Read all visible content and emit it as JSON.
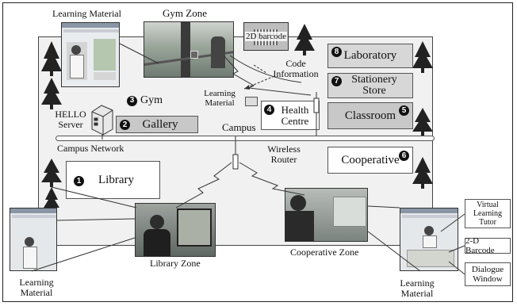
{
  "zones": {
    "gym": "Gym Zone",
    "library": "Library Zone",
    "cooperative": "Cooperative Zone",
    "campus": "Campus"
  },
  "buildings": [
    {
      "num": "1",
      "name": "Library"
    },
    {
      "num": "2",
      "name": "Gallery"
    },
    {
      "num": "3",
      "name": "Gym"
    },
    {
      "num": "4",
      "name": "Health Centre"
    },
    {
      "num": "5",
      "name": "Classroom"
    },
    {
      "num": "6",
      "name": "Cooperative"
    },
    {
      "num": "7",
      "name": "Stationery Store"
    },
    {
      "num": "8",
      "name": "Laboratory"
    }
  ],
  "labels": {
    "learning_material_top": "Learning Material",
    "learning_material_mid": "Learning Material",
    "learning_material_left": "Learning Material",
    "learning_material_right": "Learning Material",
    "barcode_sign": "2D barcode",
    "code_information": "Code Information",
    "hello_server": "HELLO Server",
    "campus_network": "Campus Network",
    "wireless_router": "Wireless Router",
    "virtual_tutor": "Virtual Learning Tutor",
    "barcode_2d": "2-D Barcode",
    "dialogue_window": "Dialogue Window"
  }
}
